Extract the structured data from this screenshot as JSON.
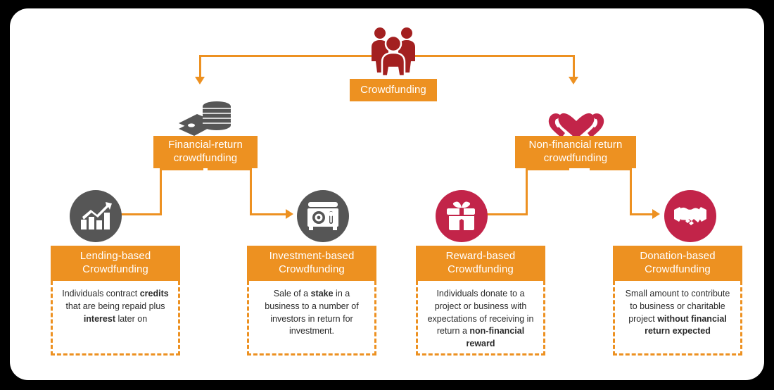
{
  "theme": {
    "frame_color": "#000000",
    "canvas_color": "#ffffff",
    "accent_orange": "#ED9121",
    "icon_gray": "#565656",
    "icon_red": "#C22449",
    "crimson_people": "#A32020",
    "text_dark": "#2b2b2b",
    "box_text": "#ffffff"
  },
  "diagram": {
    "type": "hierarchy-tree",
    "root": {
      "label": "Crowdfunding",
      "icon": "people-group-icon"
    },
    "level2": [
      {
        "id": "financial",
        "label_line1": "Financial-return",
        "label_line2": "crowdfunding",
        "icon": "stack-of-coins-icon"
      },
      {
        "id": "non-financial",
        "label_line1": "Non-financial return",
        "label_line2": "crowdfunding",
        "icon": "hands-holding-heart-icon"
      }
    ],
    "level3": [
      {
        "id": "lending",
        "icon": "growth-bar-chart-icon",
        "icon_style": "gray",
        "title_line1": "Lending-based",
        "title_line2": "Crowdfunding",
        "description_html": "Individuals contract <b>credits</b> that are being repaid plus <b>interest</b> later on",
        "description_text": "Individuals contract credits that are being repaid plus interest later on",
        "parent": "financial"
      },
      {
        "id": "investment",
        "icon": "safe-vault-icon",
        "icon_style": "gray",
        "title_line1": "Investment-based",
        "title_line2": "Crowdfunding",
        "description_html": "Sale of a <b>stake</b> in a business to a number of investors in return for investment.",
        "description_text": "Sale of a stake in a business to a number of investors in return for investment.",
        "parent": "financial"
      },
      {
        "id": "reward",
        "icon": "gift-box-icon",
        "icon_style": "red",
        "title_line1": "Reward-based",
        "title_line2": "Crowdfunding",
        "description_html": "Individuals donate to a project or business with expectations of receiving in return a <b>non-financial reward</b>",
        "description_text": "Individuals donate to a project or business with expectations of receiving in return a non-financial reward",
        "parent": "non-financial"
      },
      {
        "id": "donation",
        "icon": "handshake-icon",
        "icon_style": "red",
        "title_line1": "Donation-based",
        "title_line2": "Crowdfunding",
        "description_html": "Small amount to contribute to business or charitable project <b>without financial return expected</b>",
        "description_text": "Small amount to contribute to business or charitable project without financial return expected",
        "parent": "non-financial"
      }
    ]
  }
}
